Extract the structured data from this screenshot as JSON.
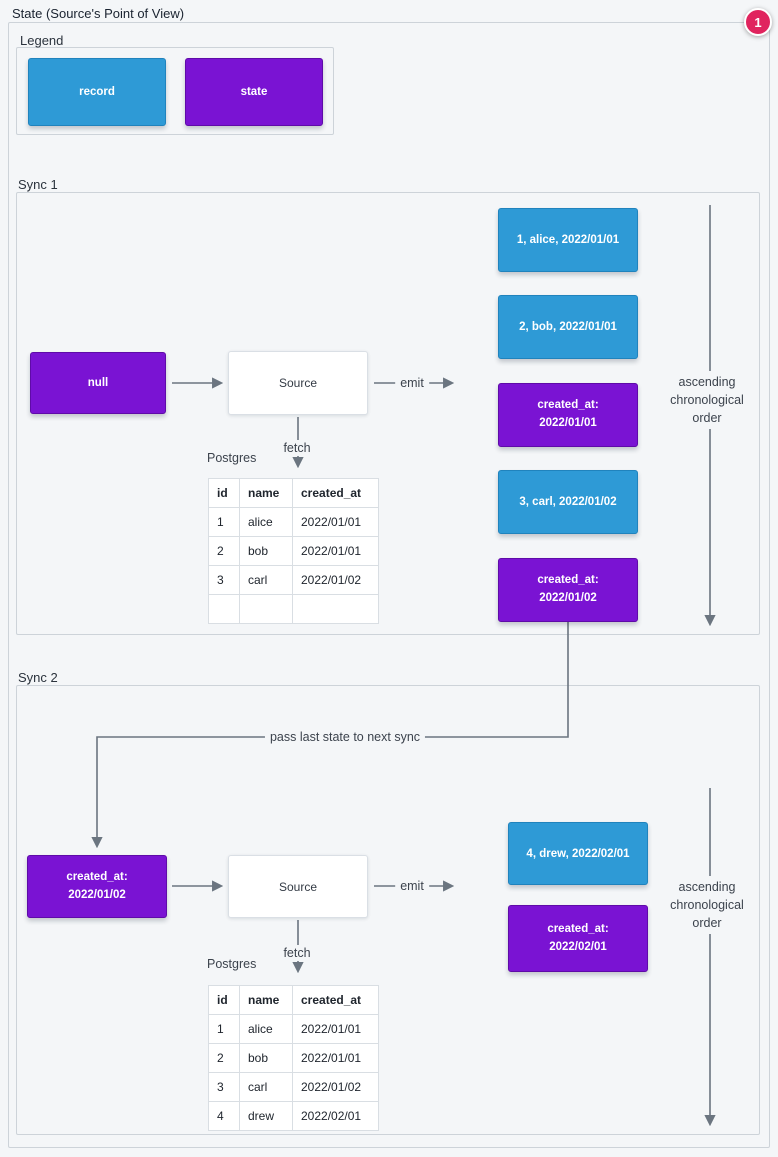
{
  "page": {
    "title": "State (Source's Point of View)",
    "badge": "1"
  },
  "colors": {
    "background": "#f4f6f8",
    "record_blue": "#2e9ad6",
    "state_purple": "#7a13d3",
    "arrow_gray": "#6b7580",
    "badge_red": "#e0245e"
  },
  "legend": {
    "label": "Legend",
    "record_label": "record",
    "state_label": "state"
  },
  "sync1": {
    "label": "Sync 1",
    "input_state": "null",
    "source_label": "Source",
    "emit_label": "emit",
    "fetch_label": "fetch",
    "postgres_label": "Postgres",
    "order_label": "ascending chronological order",
    "table": {
      "headers": [
        "id",
        "name",
        "created_at"
      ],
      "rows": [
        [
          "1",
          "alice",
          "2022/01/01"
        ],
        [
          "2",
          "bob",
          "2022/01/01"
        ],
        [
          "3",
          "carl",
          "2022/01/02"
        ],
        [
          "",
          "",
          ""
        ]
      ]
    },
    "emitted": [
      {
        "type": "record",
        "text": "1, alice, 2022/01/01"
      },
      {
        "type": "record",
        "text": "2, bob, 2022/01/01"
      },
      {
        "type": "state",
        "line1": "created_at:",
        "line2": "2022/01/01"
      },
      {
        "type": "record",
        "text": "3, carl, 2022/01/02"
      },
      {
        "type": "state",
        "line1": "created_at:",
        "line2": "2022/01/02"
      }
    ]
  },
  "connector": {
    "label": "pass last state to next sync"
  },
  "sync2": {
    "label": "Sync 2",
    "input_state": {
      "line1": "created_at:",
      "line2": "2022/01/02"
    },
    "source_label": "Source",
    "emit_label": "emit",
    "fetch_label": "fetch",
    "postgres_label": "Postgres",
    "order_label": "ascending chronological order",
    "table": {
      "headers": [
        "id",
        "name",
        "created_at"
      ],
      "rows": [
        [
          "1",
          "alice",
          "2022/01/01"
        ],
        [
          "2",
          "bob",
          "2022/01/01"
        ],
        [
          "3",
          "carl",
          "2022/01/02"
        ],
        [
          "4",
          "drew",
          "2022/02/01"
        ]
      ]
    },
    "emitted": [
      {
        "type": "record",
        "text": "4, drew, 2022/02/01"
      },
      {
        "type": "state",
        "line1": "created_at:",
        "line2": "2022/02/01"
      }
    ]
  }
}
